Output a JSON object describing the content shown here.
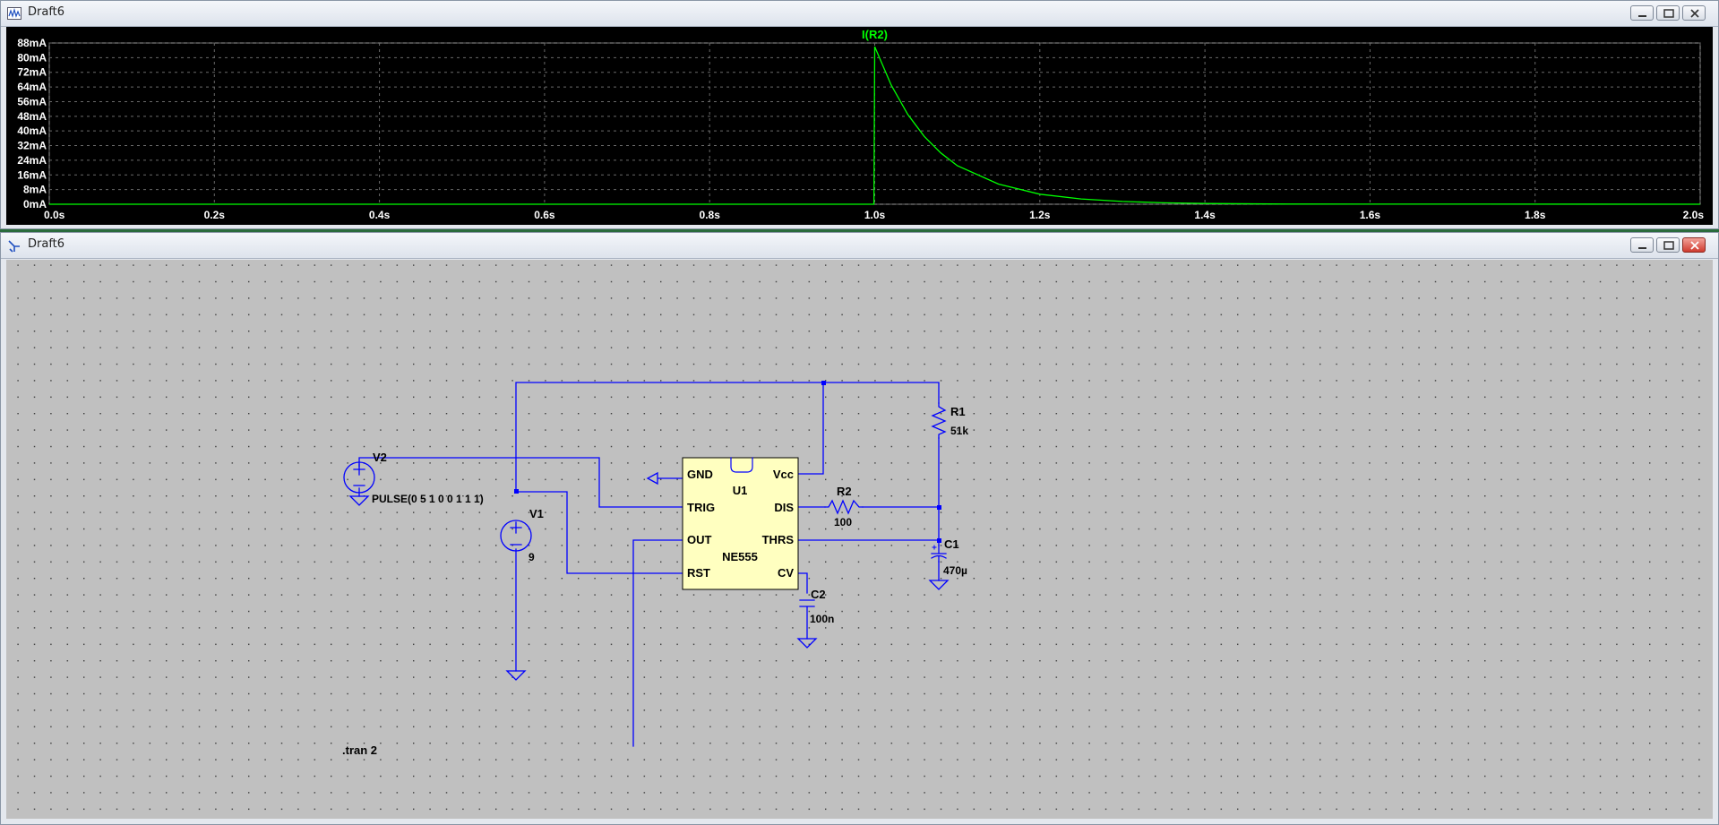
{
  "waveform_window": {
    "title": "Draft6",
    "trace_label": "I(R2)",
    "trace_color": "#00ff00",
    "background_color": "#000000",
    "y_ticks": [
      "88mA",
      "80mA",
      "72mA",
      "64mA",
      "56mA",
      "48mA",
      "40mA",
      "32mA",
      "24mA",
      "16mA",
      "8mA",
      "0mA"
    ],
    "x_ticks": [
      "0.0s",
      "0.2s",
      "0.4s",
      "0.6s",
      "0.8s",
      "1.0s",
      "1.2s",
      "1.4s",
      "1.6s",
      "1.8s",
      "2.0s"
    ]
  },
  "chart_data": {
    "type": "line",
    "series": [
      {
        "name": "I(R2)",
        "x_unit": "s",
        "y_unit": "mA"
      }
    ],
    "xlim": [
      0,
      2.0
    ],
    "ylim": [
      0,
      88
    ],
    "grid": true,
    "x": [
      0,
      0.999,
      1.0,
      1.02,
      1.04,
      1.06,
      1.08,
      1.1,
      1.15,
      1.2,
      1.25,
      1.3,
      1.35,
      1.4,
      1.5,
      2.0
    ],
    "y": [
      0,
      0,
      86,
      65,
      49,
      37,
      28,
      21,
      11,
      5.5,
      2.9,
      1.5,
      0.8,
      0.4,
      0.1,
      0
    ]
  },
  "schematic_window": {
    "title": "Draft6",
    "wire_color": "#0000ff",
    "component_color": "#0000ff",
    "ic_fill": "#ffffc0",
    "background_color": "#c0c0c0",
    "components": {
      "v2": {
        "name": "V2",
        "value": "PULSE(0 5 1 0 0 1 1 1)"
      },
      "v1": {
        "name": "V1",
        "value": "9"
      },
      "u1": {
        "name": "U1",
        "part": "NE555",
        "pins": {
          "gnd": "GND",
          "trig": "TRIG",
          "out": "OUT",
          "rst": "RST",
          "vcc": "Vcc",
          "dis": "DIS",
          "thrs": "THRS",
          "cv": "CV"
        }
      },
      "r1": {
        "name": "R1",
        "value": "51k"
      },
      "r2": {
        "name": "R2",
        "value": "100"
      },
      "c1": {
        "name": "C1",
        "value": "470µ"
      },
      "c2": {
        "name": "C2",
        "value": "100n"
      }
    },
    "directive": ".tran 2"
  },
  "icons": {
    "waveform_window_icon": "waveform-icon",
    "schematic_window_icon": "schematic-icon",
    "window_buttons": [
      "minimize-icon",
      "restore-icon",
      "close-icon"
    ]
  }
}
